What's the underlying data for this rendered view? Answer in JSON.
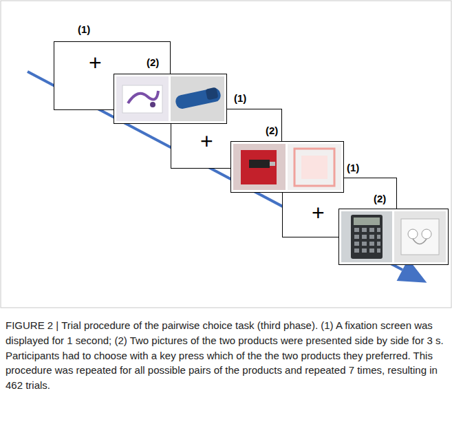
{
  "diagram": {
    "caption": "FIGURE 2 | Trial procedure of the pairwise choice task (third phase). (1) A fixation screen was displayed for 1 second; (2) Two pictures of the two products were presented side by side for 3 s. Participants had to choose with a key press which of the the two products they preferred. This procedure was repeated for all possible pairs of the products and repeated 7 times, resulting in 462 trials.",
    "nodes": [
      {
        "text": [
          "(1)",
          "+"
        ]
      },
      {
        "text": [
          "(2)"
        ]
      },
      {
        "text": [
          "(1)",
          "+"
        ]
      },
      {
        "text": [
          "(2)"
        ]
      },
      {
        "text": [
          "(1)",
          "+"
        ]
      },
      {
        "text": [
          "(2)"
        ]
      }
    ]
  }
}
